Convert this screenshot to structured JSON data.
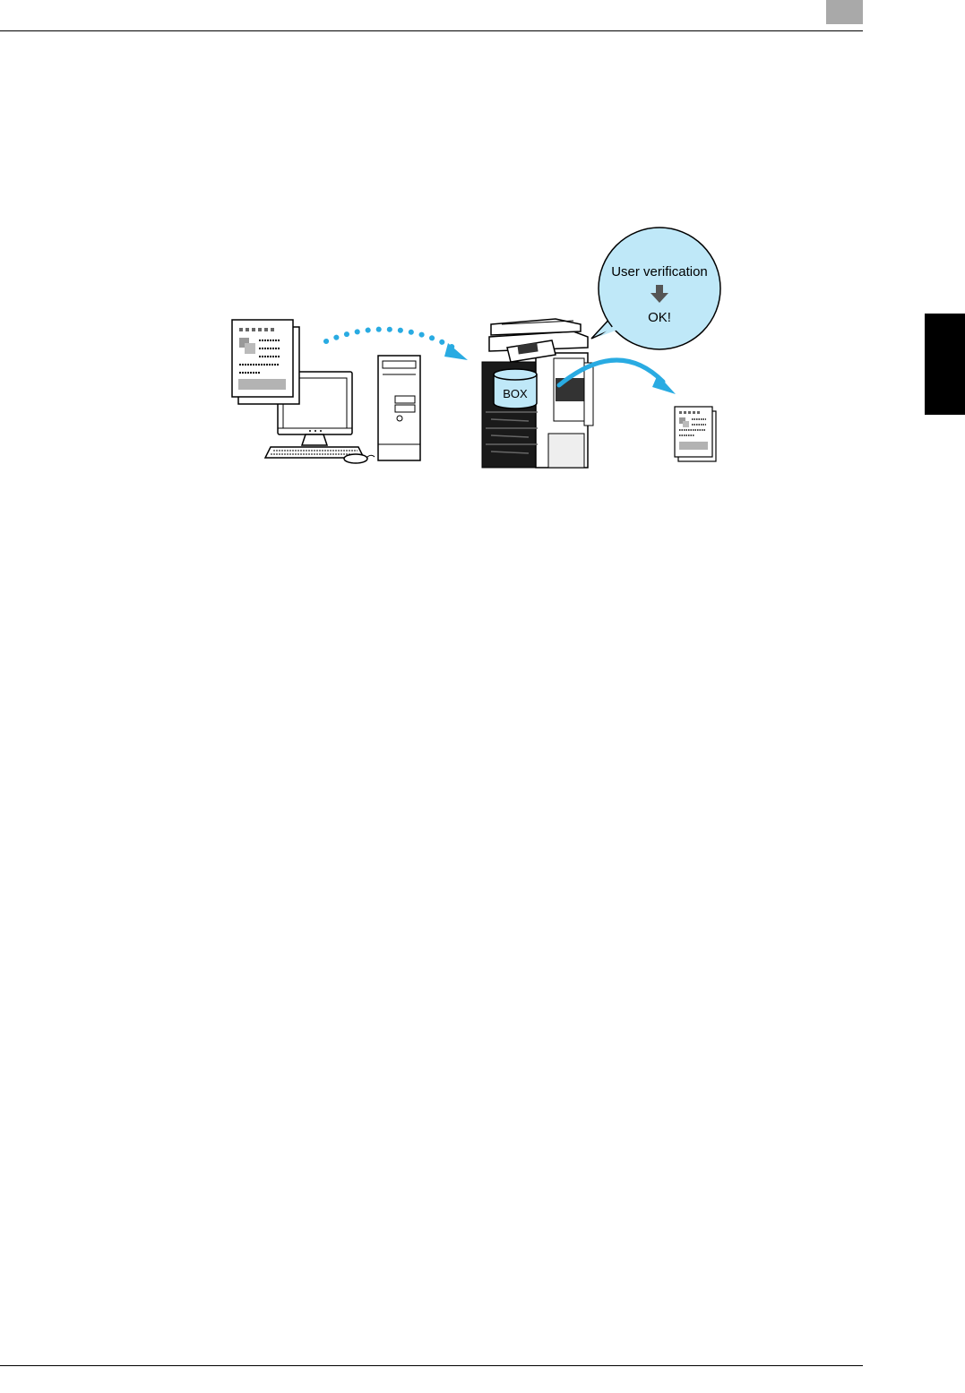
{
  "header": {
    "page_box_color": "#a9a9a9",
    "chapter_tab_color": "#000000"
  },
  "diagram": {
    "bubble": {
      "line1": "User verification",
      "line2": "OK!",
      "fill_color": "#bfe8f8",
      "arrow_icon": "arrow-down-icon"
    },
    "box_label": "BOX",
    "accent_color": "#29abe2",
    "icons": [
      "document-icon",
      "computer-monitor-icon",
      "keyboard-icon",
      "mouse-icon",
      "tower-pc-icon",
      "mfp-printer-icon",
      "printed-output-icon"
    ]
  }
}
